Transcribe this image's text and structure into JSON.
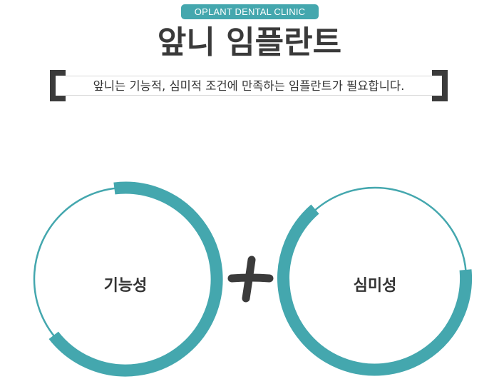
{
  "badge": "OPLANT DENTAL CLINIC",
  "title": "앞니 임플란트",
  "subtitle": "앞니는 기능적, 심미적 조건에 만족하는 임플란트가 필요합니다.",
  "circles": [
    {
      "label": "기능성"
    },
    {
      "label": "심미성"
    }
  ],
  "colors": {
    "accent": "#44a7ae",
    "dark": "#3b3b3b"
  }
}
